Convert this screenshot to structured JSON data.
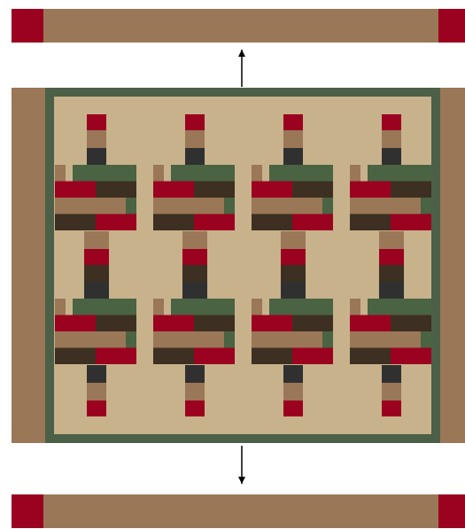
{
  "colors": {
    "background": "#ffffff",
    "border_brown": "#9a7757",
    "corner_red": "#9b0220",
    "frame_green": "#4c5f47",
    "field_tan": "#c8b28c",
    "block_green": "#4a6342",
    "block_red": "#9b0220",
    "block_dark": "#3d2f21",
    "block_brown": "#9a7757",
    "block_black": "#303030",
    "arrow": "#000000"
  },
  "diagram": {
    "parts": [
      "top-border-strip",
      "center-quilt-panel",
      "left-side-border",
      "right-side-border",
      "bottom-border-strip"
    ],
    "arrows": [
      "up-arrow",
      "down-arrow"
    ],
    "block_grid": {
      "columns": 4,
      "rows": 2
    },
    "block_motif": "spool-with-stacked-logs"
  }
}
